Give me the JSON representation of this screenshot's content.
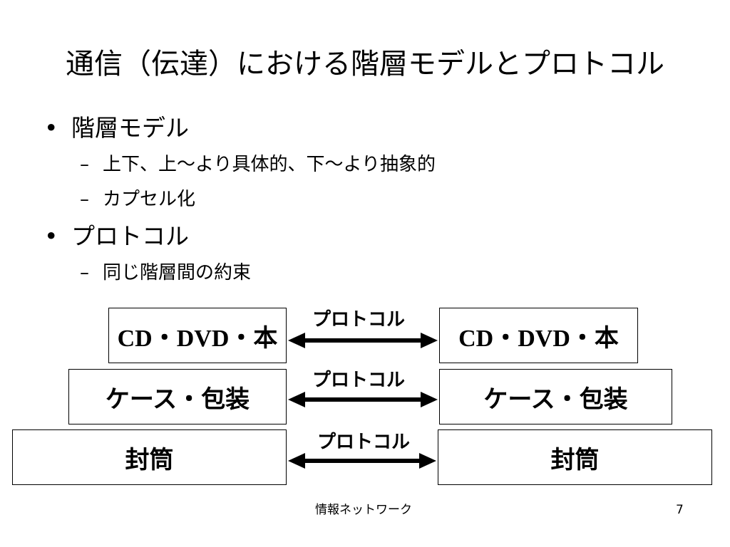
{
  "slide": {
    "title": "通信（伝達）における階層モデルとプロトコル",
    "bullet_marker": "•",
    "sub_marker": "–",
    "bullets": [
      {
        "text": "階層モデル",
        "subitems": [
          "上下、上～より具体的、下～より抽象的",
          "カプセル化"
        ]
      },
      {
        "text": "プロトコル",
        "subitems": [
          "同じ階層間の約束"
        ]
      }
    ]
  },
  "diagram": {
    "protocol_label": "プロトコル",
    "layers": [
      {
        "left": "CD・DVD・本",
        "right": "CD・DVD・本"
      },
      {
        "left": "ケース・包装",
        "right": "ケース・包装"
      },
      {
        "left": "封筒",
        "right": "封筒"
      }
    ]
  },
  "footer": {
    "center": "情報ネットワーク",
    "page_number": "7"
  }
}
